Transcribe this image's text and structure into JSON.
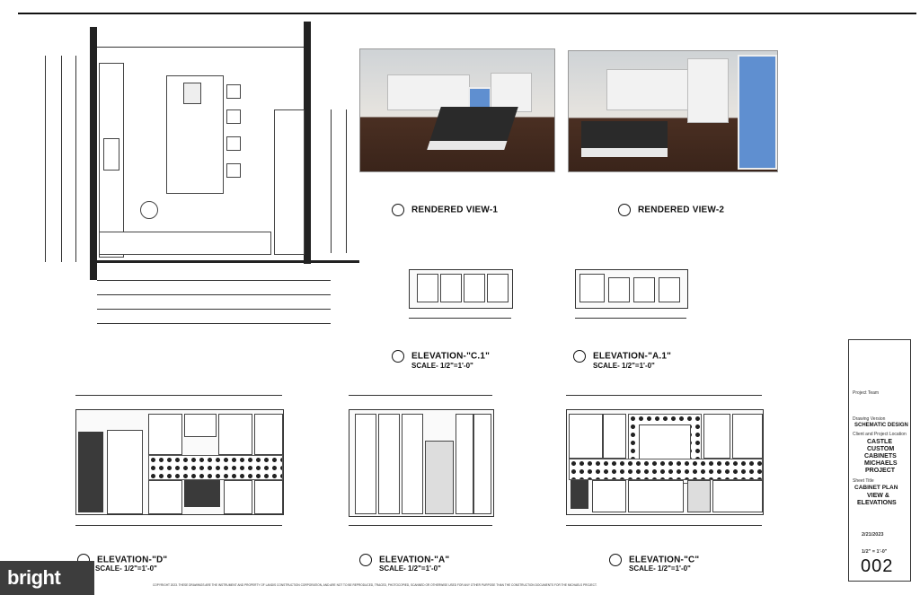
{
  "titles": {
    "rendered1": "RENDERED VIEW-1",
    "rendered2": "RENDERED VIEW-2",
    "elev_c1": "ELEVATION-\"C.1\"",
    "elev_a1": "ELEVATION-\"A.1\"",
    "elev_d": "ELEVATION-\"D\"",
    "elev_a": "ELEVATION-\"A\"",
    "elev_c": "ELEVATION-\"C\""
  },
  "scale_label": "SCALE- 1/2\"=1'-0\"",
  "title_block": {
    "project_team": "Project Team",
    "drawing_version_label": "Drawing Version",
    "drawing_version": "SCHEMATIC DESIGN",
    "client_label": "Client and Project Location",
    "client_line1": "CASTLE",
    "client_line2": "CUSTOM",
    "client_line3": "CABINETS",
    "client_line4": "MICHAELS",
    "client_line5": "PROJECT",
    "sheet_title_label": "Sheet Title",
    "sheet_title1": "CABINET PLAN",
    "sheet_title2": "VIEW &",
    "sheet_title3": "ELEVATIONS",
    "date": "2/21/2023",
    "scale": "1/2\" = 1'-0\"",
    "sheet_number": "002"
  },
  "footer_text": "COPYRIGHT 2023. THESE DRAWINGS ARE THE INSTRUMENT AND PROPERTY OF LANDIS CONSTRUCTION CORPORATION, AND ARE NOT TO BE REPRODUCED, TRACED, PHOTOCOPIED, SCANNED OR OTHERWISE USED FOR ANY OTHER PURPOSE THAN THE CONSTRUCTION DOCUMENTS FOR THE MICHAELS PROJECT.",
  "watermark": "bright"
}
